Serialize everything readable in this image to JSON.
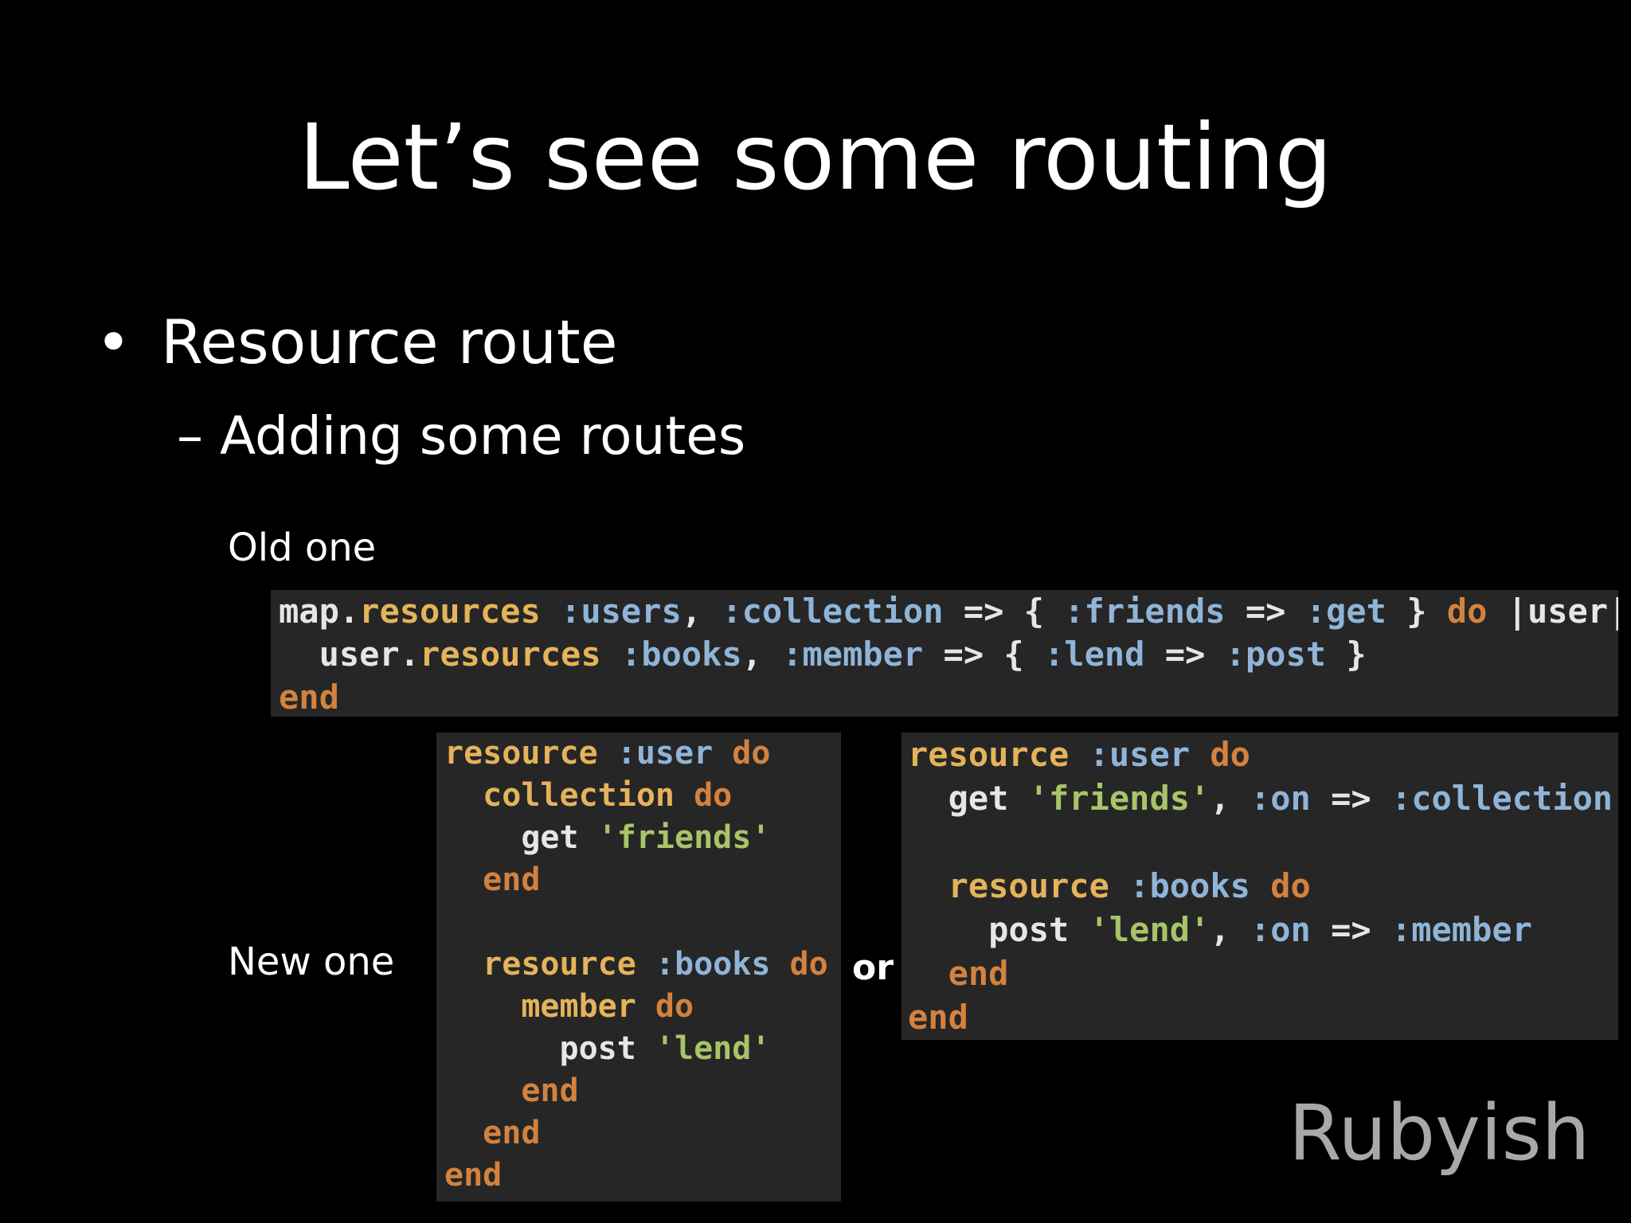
{
  "slide": {
    "title": "Let’s see some routing",
    "bullet_symbol": "•",
    "bullet": "Resource route",
    "sub_bullet": "– Adding some routes",
    "label_old": "Old one",
    "label_new": "New one",
    "or_label": "or",
    "watermark": "Rubyish"
  },
  "code_old": [
    "map.resources :users, :collection => { :friends => :get } do |user|",
    "  user.resources :books, :member => { :lend => :post }",
    "end"
  ],
  "code_new_a": [
    "resource :user do",
    "  collection do",
    "    get 'friends'",
    "  end",
    "",
    "  resource :books do",
    "    member do",
    "      post 'lend'",
    "    end",
    "  end",
    "end"
  ],
  "code_new_b": [
    "resource :user do",
    "  get 'friends', :on => :collection",
    "",
    "  resource :books do",
    "    post 'lend', :on => :member",
    "  end",
    "end"
  ],
  "colors": {
    "background": "#000000",
    "code_background": "#262626",
    "keyword": "#d3823f",
    "symbol": "#8fb4d8",
    "string": "#a8c468",
    "watermark": "#a8a8a8"
  }
}
